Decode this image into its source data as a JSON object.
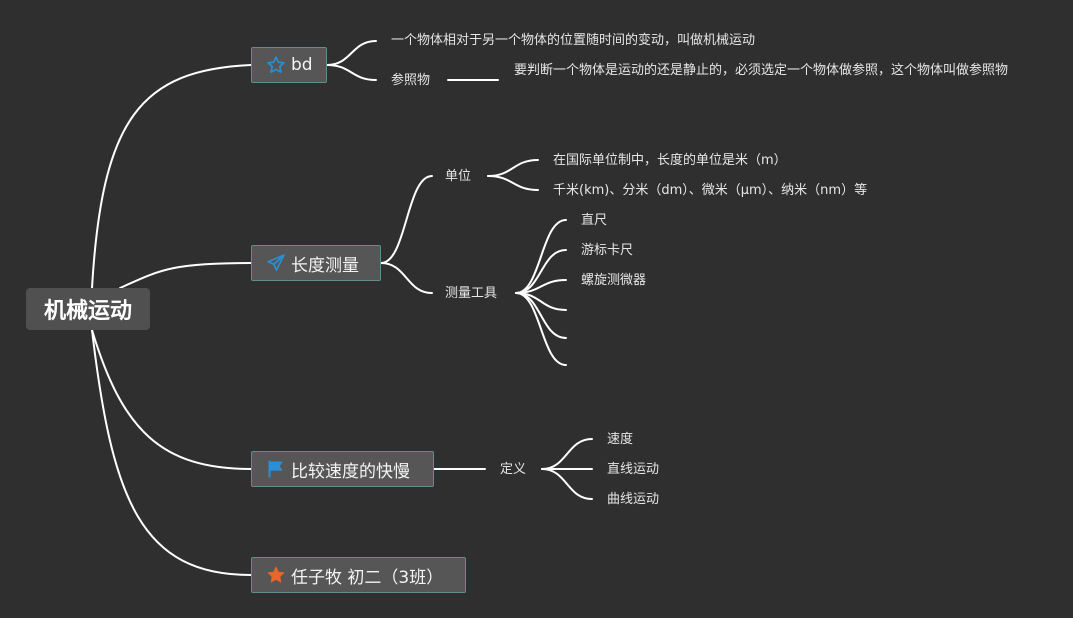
{
  "root": {
    "label": "机械运动"
  },
  "branches": [
    {
      "label": "bd",
      "icon": "star-outline-icon",
      "children": [
        {
          "label": "一个物体相对于另一个物体的位置随时间的变动，叫做机械运动"
        },
        {
          "label": "参照物",
          "detail": "要判断一个物体是运动的还是静止的，必须选定一个物体做参照，这个物体叫做参照物"
        }
      ]
    },
    {
      "label": "长度测量",
      "icon": "paper-plane-icon",
      "children": [
        {
          "label": "单位",
          "children": [
            {
              "label": "在国际单位制中，长度的单位是米（m）"
            },
            {
              "label": "千米(km)、分米（dm）、微米（μm）、纳米（nm）等"
            }
          ]
        },
        {
          "label": "测量工具",
          "children": [
            {
              "label": "直尺"
            },
            {
              "label": "游标卡尺"
            },
            {
              "label": "螺旋测微器"
            },
            {
              "label": ""
            },
            {
              "label": ""
            },
            {
              "label": ""
            }
          ]
        }
      ]
    },
    {
      "label": "比较速度的快慢",
      "icon": "flag-icon",
      "children": [
        {
          "label": "定义",
          "children": [
            {
              "label": "速度"
            },
            {
              "label": "直线运动"
            },
            {
              "label": "曲线运动"
            }
          ]
        }
      ]
    },
    {
      "label": "任子牧 初二（3班）",
      "icon": "star-filled-icon",
      "children": []
    }
  ],
  "colors": {
    "background": "#2f2f2f",
    "icon_blue": "#2a8fd6",
    "icon_orange": "#e8652b"
  }
}
